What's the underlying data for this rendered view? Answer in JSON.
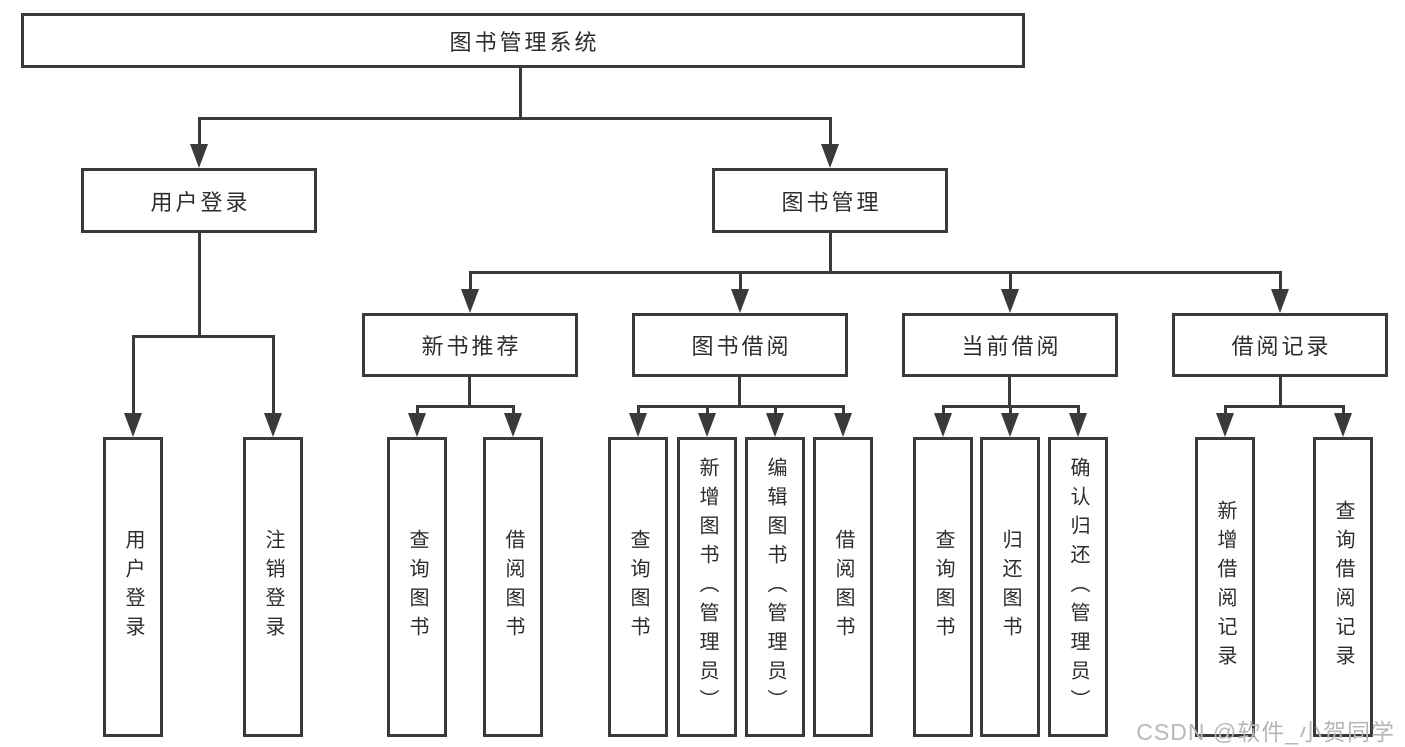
{
  "root": {
    "label": "图书管理系统"
  },
  "level2": {
    "user_login": {
      "label": "用户登录"
    },
    "book_management": {
      "label": "图书管理"
    }
  },
  "user_login_children": [
    {
      "label": "用户登录"
    },
    {
      "label": "注销登录"
    }
  ],
  "sections": [
    {
      "label": "新书推荐",
      "children": [
        {
          "label": "查询图书"
        },
        {
          "label": "借阅图书"
        }
      ]
    },
    {
      "label": "图书借阅",
      "children": [
        {
          "label": "查询图书"
        },
        {
          "label": "新增图书（管理员）"
        },
        {
          "label": "编辑图书（管理员）"
        },
        {
          "label": "借阅图书"
        }
      ]
    },
    {
      "label": "当前借阅",
      "children": [
        {
          "label": "查询图书"
        },
        {
          "label": "归还图书"
        },
        {
          "label": "确认归还（管理员）"
        }
      ]
    },
    {
      "label": "借阅记录",
      "children": [
        {
          "label": "新增借阅记录"
        },
        {
          "label": "查询借阅记录"
        }
      ]
    }
  ],
  "watermark": {
    "text": "CSDN @软件_小贺同学",
    "color": "#b9b6b6"
  },
  "colors": {
    "line": "#3a3a3a",
    "box_border": "#3a3a3a",
    "text": "#2d2d2d",
    "background": "#ffffff"
  }
}
